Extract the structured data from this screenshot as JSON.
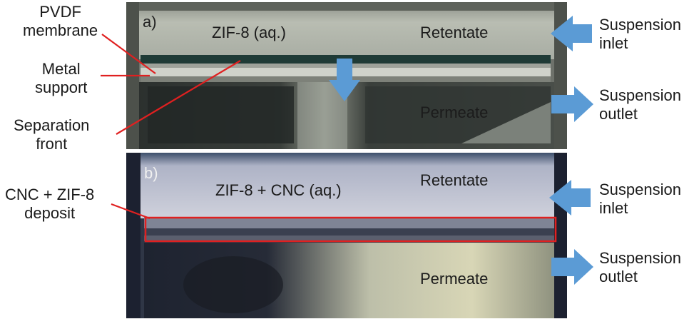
{
  "panel_a": {
    "tag": "a)",
    "title": "ZIF-8 (aq.)",
    "retentate": "Retentate",
    "permeate": "Permeate",
    "labels": {
      "pvdf_line1": "PVDF",
      "pvdf_line2": "membrane",
      "metal_line1": "Metal",
      "metal_line2": "support",
      "sep_line1": "Separation",
      "sep_line2": "front"
    },
    "inlet_line1": "Suspension",
    "inlet_line2": "inlet",
    "outlet_line1": "Suspension",
    "outlet_line2": "outlet"
  },
  "panel_b": {
    "tag": "b)",
    "title": "ZIF-8 + CNC (aq.)",
    "retentate": "Retentate",
    "permeate": "Permeate",
    "labels": {
      "deposit_line1": "CNC + ZIF-8",
      "deposit_line2": "deposit"
    },
    "inlet_line1": "Suspension",
    "inlet_line2": "inlet",
    "outlet_line1": "Suspension",
    "outlet_line2": "outlet"
  },
  "colors": {
    "arrow": "#5b9bd5",
    "pointer_line": "#e02020",
    "deposit_box": "#e02020"
  }
}
